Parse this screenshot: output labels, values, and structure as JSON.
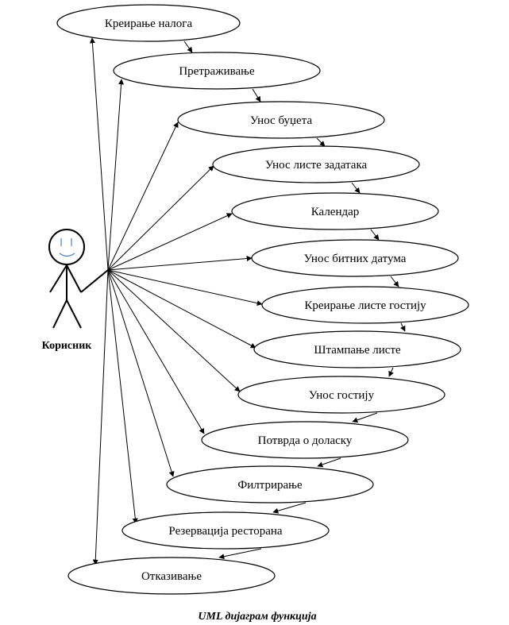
{
  "actor": {
    "label": "Корисник"
  },
  "use_cases": [
    {
      "label": "Креирање налога"
    },
    {
      "label": "Претраживање"
    },
    {
      "label": "Унос буџета"
    },
    {
      "label": "Унос листе задатака"
    },
    {
      "label": "Календар"
    },
    {
      "label": "Унос битних датума"
    },
    {
      "label": "Креирање листе гостију"
    },
    {
      "label": "Штампање листе"
    },
    {
      "label": "Унос гостију"
    },
    {
      "label": "Потврда о доласку"
    },
    {
      "label": "Филтрирање"
    },
    {
      "label": "Резервација ресторана"
    },
    {
      "label": "Отказивање"
    }
  ],
  "caption": "UML дијаграм функција"
}
